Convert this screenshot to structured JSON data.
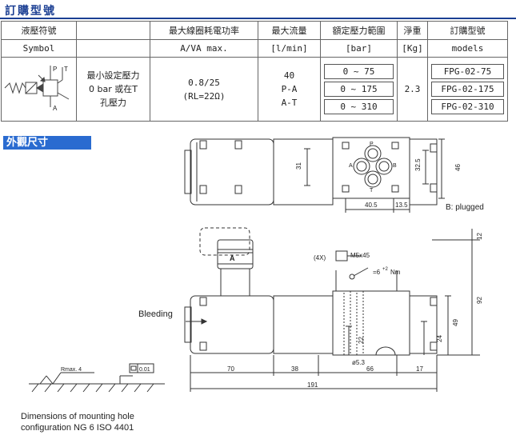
{
  "title": "訂購型號",
  "table": {
    "headers": [
      "液壓符號",
      "",
      "最大線圈耗電功率",
      "最大流量",
      "額定壓力範圍",
      "淨重",
      "訂購型號"
    ],
    "subheaders": [
      "Symbol",
      "",
      "A/VA max.",
      "[l/min]",
      "[bar]",
      "[Kg]",
      "models"
    ],
    "desc_lines": [
      "最小設定壓力",
      "0 bar 或在T",
      "孔壓力"
    ],
    "power_lines": [
      "0.8/25",
      "(RL=22Ω)"
    ],
    "flow_lines": [
      "40",
      "P-A",
      "A-T"
    ],
    "pressures": [
      "0 ~ 75",
      "0 ~ 175",
      "0 ~ 310"
    ],
    "weight": "2.3",
    "models": [
      "FPG-02-75",
      "FPG-02-175",
      "FPG-02-310"
    ],
    "symbol_labels": {
      "p": "P",
      "t": "T",
      "a": "A"
    }
  },
  "section_title": "外觀尺寸",
  "drawing": {
    "port_labels": {
      "p": "P",
      "a": "A",
      "b": "B",
      "t": "T"
    },
    "coil_label": "A",
    "dims_top": {
      "d31": "31",
      "d32_5": "32.5",
      "d46": "46",
      "d40_5": "40.5",
      "d13_5": "13.5"
    },
    "plugged": "B: plugged",
    "dims_side": {
      "d12": "12",
      "d92": "92",
      "d49": "49",
      "d24": "24",
      "d22": "22",
      "d5_3": "ø5.3",
      "d70": "70",
      "d38": "38",
      "d66": "66",
      "d17": "17",
      "d191": "191"
    },
    "screw_qty": "(4X)",
    "screw_spec": "M5x45",
    "torque_prefix": "=6",
    "torque_sup": "+2",
    "torque_unit": "Nm",
    "bleeding": "Bleeding",
    "roughness": "Rmax. 4",
    "flatness": "0.01",
    "mount_lines": [
      "Dimensions of mounting hole",
      "configuration NG 6 ISO 4401"
    ]
  }
}
